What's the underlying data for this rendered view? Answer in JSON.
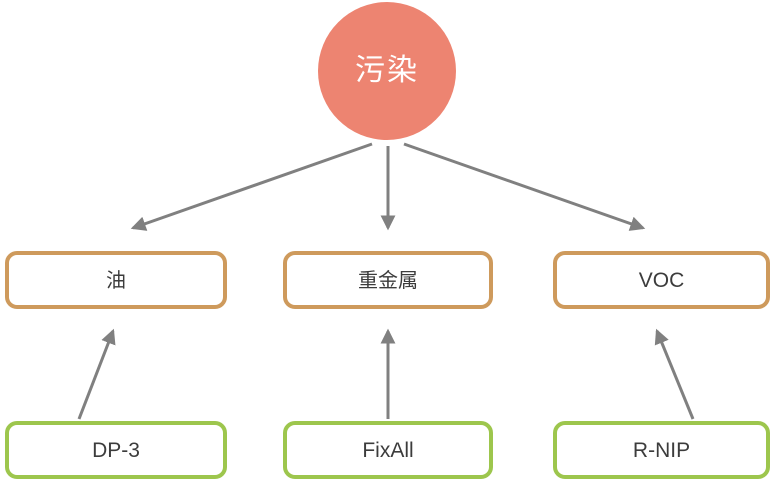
{
  "diagram": {
    "type": "hierarchy-flow",
    "title_node": {
      "id": "root",
      "label": "污染",
      "shape": "circle",
      "fill_color": "#ED8471",
      "text_color": "#FFFFFF"
    },
    "levels": [
      {
        "name": "pollutant-categories",
        "border_color": "#CE9A5C",
        "nodes": [
          {
            "id": "oil",
            "label": "油"
          },
          {
            "id": "heavy-metal",
            "label": "重金属"
          },
          {
            "id": "voc",
            "label": "VOC"
          }
        ]
      },
      {
        "name": "remediation-products",
        "border_color": "#9DC64D",
        "nodes": [
          {
            "id": "dp3",
            "label": "DP-3"
          },
          {
            "id": "fixall",
            "label": "FixAll"
          },
          {
            "id": "rnip",
            "label": "R-NIP"
          }
        ]
      }
    ],
    "edges": [
      {
        "id": "edge-root-oil",
        "from": "root",
        "to": "oil",
        "style": "solid-arrow",
        "color": "#808080"
      },
      {
        "id": "edge-root-heavy-metal",
        "from": "root",
        "to": "heavy-metal",
        "style": "solid-arrow",
        "color": "#808080"
      },
      {
        "id": "edge-root-voc",
        "from": "root",
        "to": "voc",
        "style": "solid-arrow",
        "color": "#808080"
      },
      {
        "id": "edge-dp3-oil",
        "from": "dp3",
        "to": "oil",
        "style": "solid-arrow",
        "color": "#808080"
      },
      {
        "id": "edge-fixall-heavy-metal",
        "from": "fixall",
        "to": "heavy-metal",
        "style": "solid-arrow",
        "color": "#808080"
      },
      {
        "id": "edge-rnip-voc",
        "from": "rnip",
        "to": "voc",
        "style": "solid-arrow",
        "color": "#808080"
      }
    ]
  }
}
